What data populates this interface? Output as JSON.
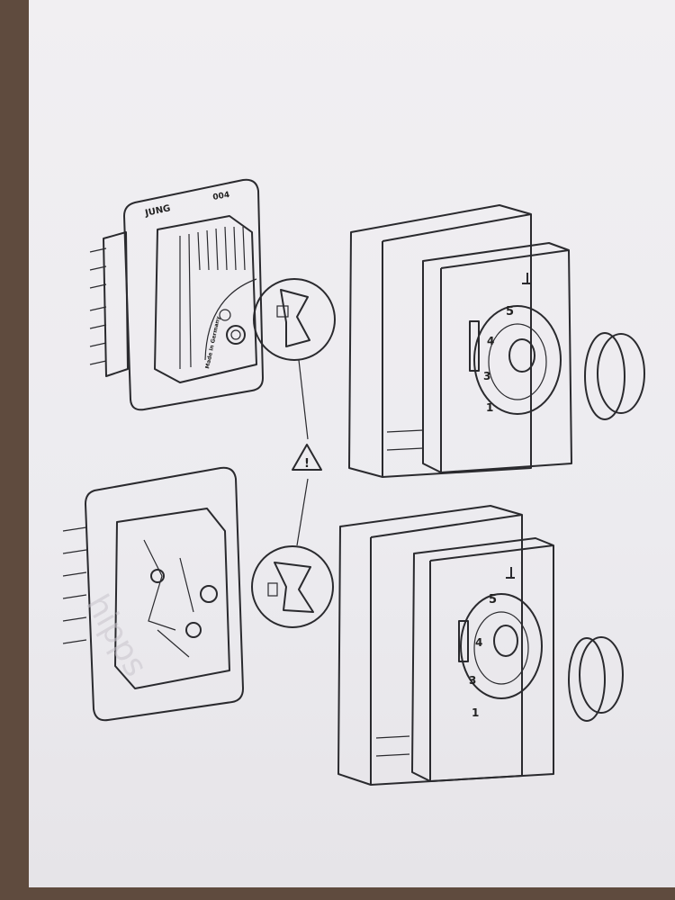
{
  "instruction_sheet": {
    "top_insert": {
      "brand_mark": "JUNG",
      "code": "004",
      "label": "Made in Germany"
    },
    "warning_symbol": "!",
    "top_cover": {
      "scale": [
        "5",
        "4",
        "3",
        "1"
      ]
    },
    "bottom_cover": {
      "scale": [
        "5",
        "4",
        "3",
        "1"
      ]
    },
    "watermark": "hipps"
  }
}
